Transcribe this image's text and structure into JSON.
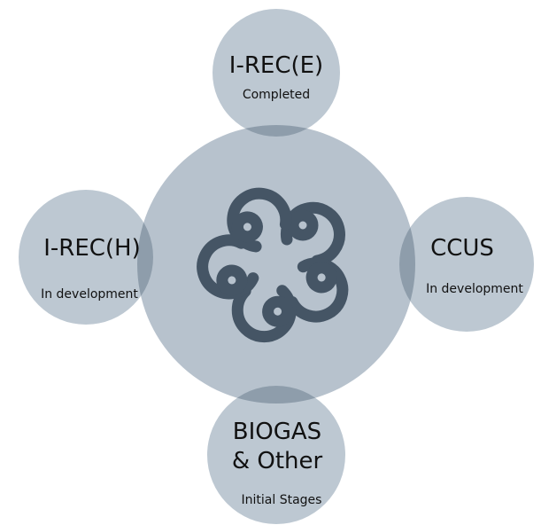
{
  "center": {
    "logo_icon": "interlocking-rings-knot-icon"
  },
  "nodes": [
    {
      "id": "top",
      "title": "I-REC(E)",
      "subtitle": "Completed"
    },
    {
      "id": "left",
      "title": "I-REC(H)",
      "subtitle": "In development"
    },
    {
      "id": "right",
      "title": "CCUS",
      "subtitle": "In development"
    },
    {
      "id": "bottom",
      "title_line1": "BIOGAS",
      "title_line2": "& Other",
      "subtitle": "Initial Stages"
    }
  ],
  "colors": {
    "center_fill": "#b7c2cd",
    "node_fill": "#bdc8d2",
    "overlap_fill": "#8e9dab",
    "logo": "#455565",
    "text": "#111111"
  }
}
